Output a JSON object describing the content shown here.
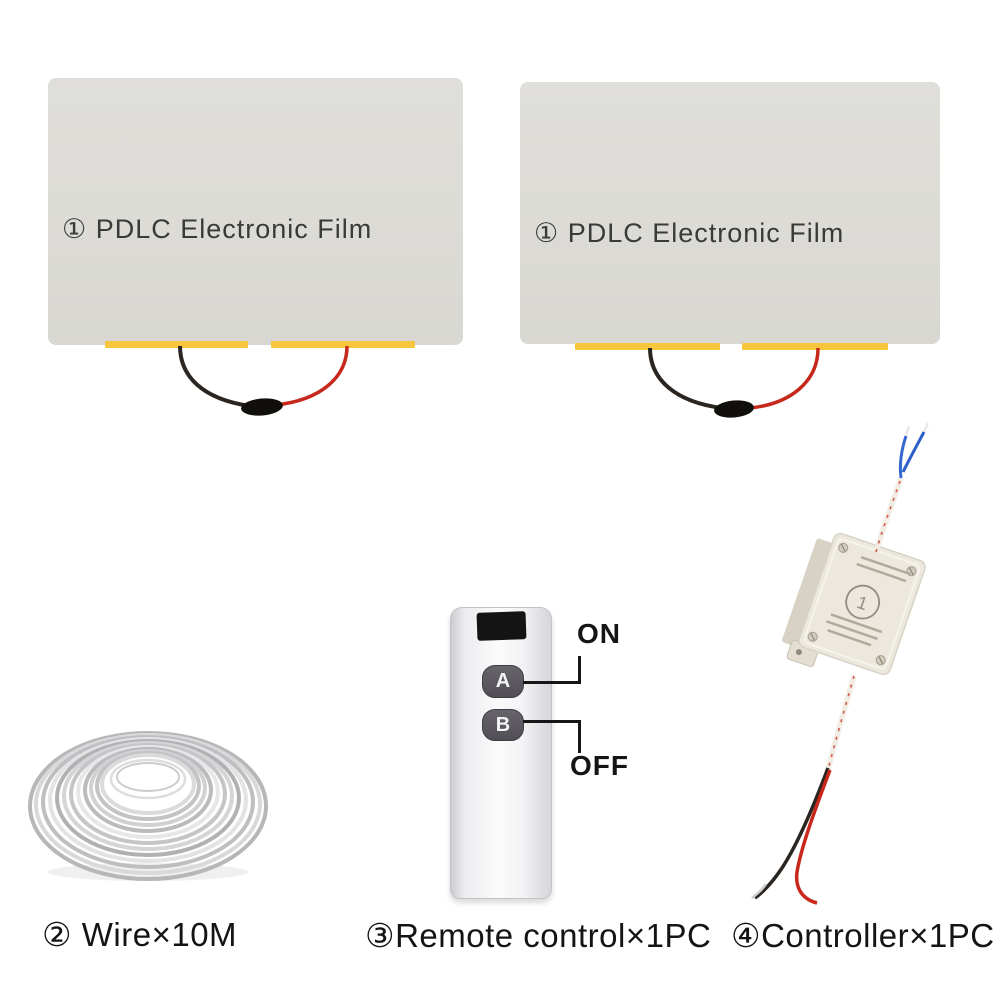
{
  "colors": {
    "panel_fill": "#dcdbd6",
    "busbar_yellow": "#f8c63c",
    "wire_black": "#2a2520",
    "wire_red": "#c6281c",
    "wire_blue": "#3366cc",
    "remote_button": "#56535a",
    "controller_body": "#ece8dd",
    "text": "#1c1c1c"
  },
  "films": {
    "film1_label": "① PDLC Electronic Film",
    "film2_label": "① PDLC Electronic Film"
  },
  "wire": {
    "caption": "② Wire×10M"
  },
  "remote": {
    "caption": "③Remote control×1PC",
    "button_a": "A",
    "button_b": "B",
    "on_label": "ON",
    "off_label": "OFF"
  },
  "controller": {
    "caption": "④Controller×1PC",
    "badge": "1"
  }
}
